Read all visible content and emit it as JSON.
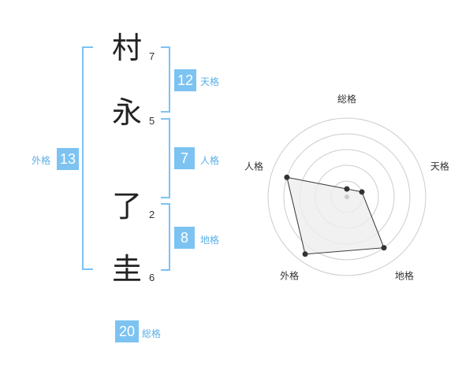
{
  "name": {
    "chars": [
      {
        "char": "村",
        "strokes": "7"
      },
      {
        "char": "永",
        "strokes": "5"
      },
      {
        "char": "了",
        "strokes": "2"
      },
      {
        "char": "圭",
        "strokes": "6"
      }
    ]
  },
  "fortunes": {
    "tenkaku": {
      "label": "天格",
      "value": "12"
    },
    "jinkaku": {
      "label": "人格",
      "value": "7"
    },
    "chikaku": {
      "label": "地格",
      "value": "8"
    },
    "gaikaku": {
      "label": "外格",
      "value": "13"
    },
    "soukaku": {
      "label": "総格",
      "value": "20"
    }
  },
  "chart_data": {
    "type": "radar",
    "axes": [
      "総格",
      "天格",
      "地格",
      "外格",
      "人格"
    ],
    "values": [
      0.1,
      0.2,
      0.8,
      0.9,
      0.8
    ],
    "range": [
      0,
      1
    ],
    "rings": 5,
    "colors": {
      "fill": "#eeeeee",
      "stroke": "#333333",
      "grid": "#cccccc",
      "point": "#333333"
    }
  }
}
